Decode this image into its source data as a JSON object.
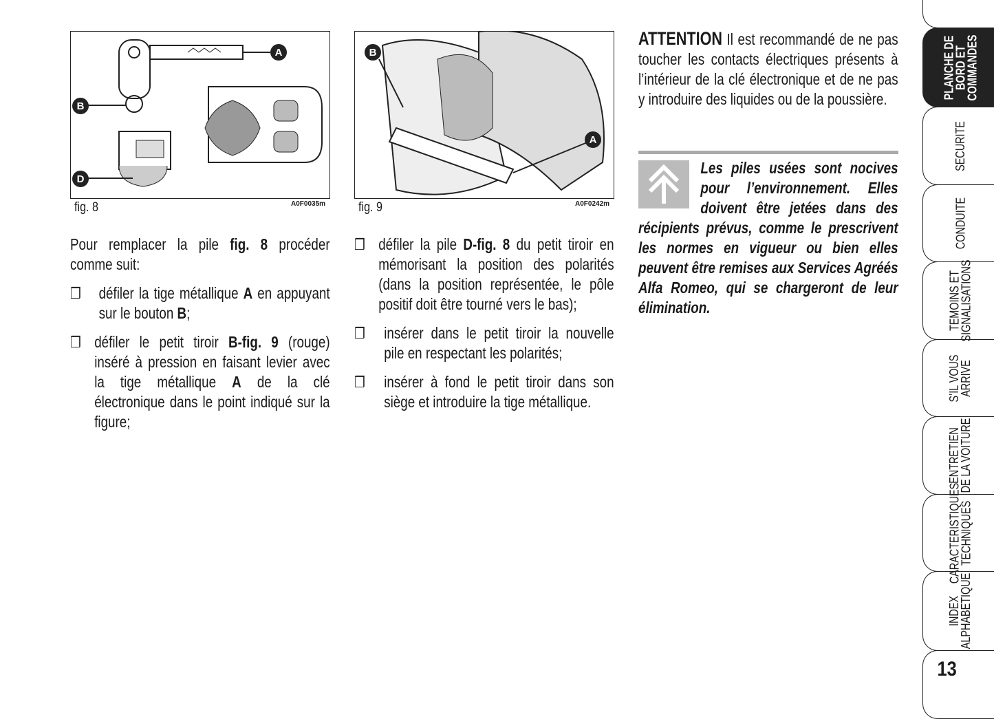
{
  "figures": [
    {
      "caption": "fig. 8",
      "code": "A0F0035m",
      "labels": [
        "A",
        "B",
        "D"
      ]
    },
    {
      "caption": "fig. 9",
      "code": "A0F0242m",
      "labels": [
        "B",
        "A"
      ]
    }
  ],
  "col1": {
    "intro_a": "Pour remplacer la pile ",
    "intro_b": "fig. 8",
    "intro_c": " procéder comme suit:",
    "items": [
      {
        "a": "défiler la tige métallique ",
        "b": "A",
        "c": " en appuyant sur le bouton ",
        "d": "B",
        "e": ";"
      },
      {
        "a": "défiler le petit tiroir ",
        "b": "B-fig. 9",
        "c": " (rouge) inséré à pression en faisant levier avec la tige métallique ",
        "d": "A",
        "e": " de la clé électronique dans le point indiqué sur la figure;"
      }
    ]
  },
  "col2": {
    "items": [
      {
        "a": "défiler la pile ",
        "b": "D-fig. 8",
        "c": " du petit tiroir en mémorisant la position des polarités (dans la position représentée, le pôle positif doit être tourné vers le bas);"
      },
      {
        "a": "insérer dans le petit tiroir la nouvelle pile en respectant les polarités;"
      },
      {
        "a": "insérer à fond le petit tiroir dans son siège et introduire la tige métallique."
      }
    ]
  },
  "col3": {
    "attention_label": "ATTENTION",
    "attention_text": " Il est recommandé de ne pas toucher les contacts électriques présents à l’intérieur de la clé électronique et de ne pas y introduire des liquides ou de la poussière.",
    "eco_text": "Les piles usées sont nocives pour l’environnement. Elles doivent être jetées dans des récipients prévus, comme le prescrivent les normes en vigueur ou bien elles peuvent être remises aux Services Agréés Alfa Romeo, qui se chargeront de leur élimination."
  },
  "bullet": "❒",
  "tabs": [
    "PLANCHE DE\nBORD ET\nCOMMANDES",
    "SECURITE",
    "CONDUITE",
    "TEMOINS ET\nSIGNALISATIONS",
    "S’IL VOUS\nARRIVE",
    "ENTRETIEN\nDE LA VOITURE",
    "CARACTERISTIQUES\nTECHNIQUES",
    "INDEX\nALPHABETIQUE"
  ],
  "page_number": "13"
}
